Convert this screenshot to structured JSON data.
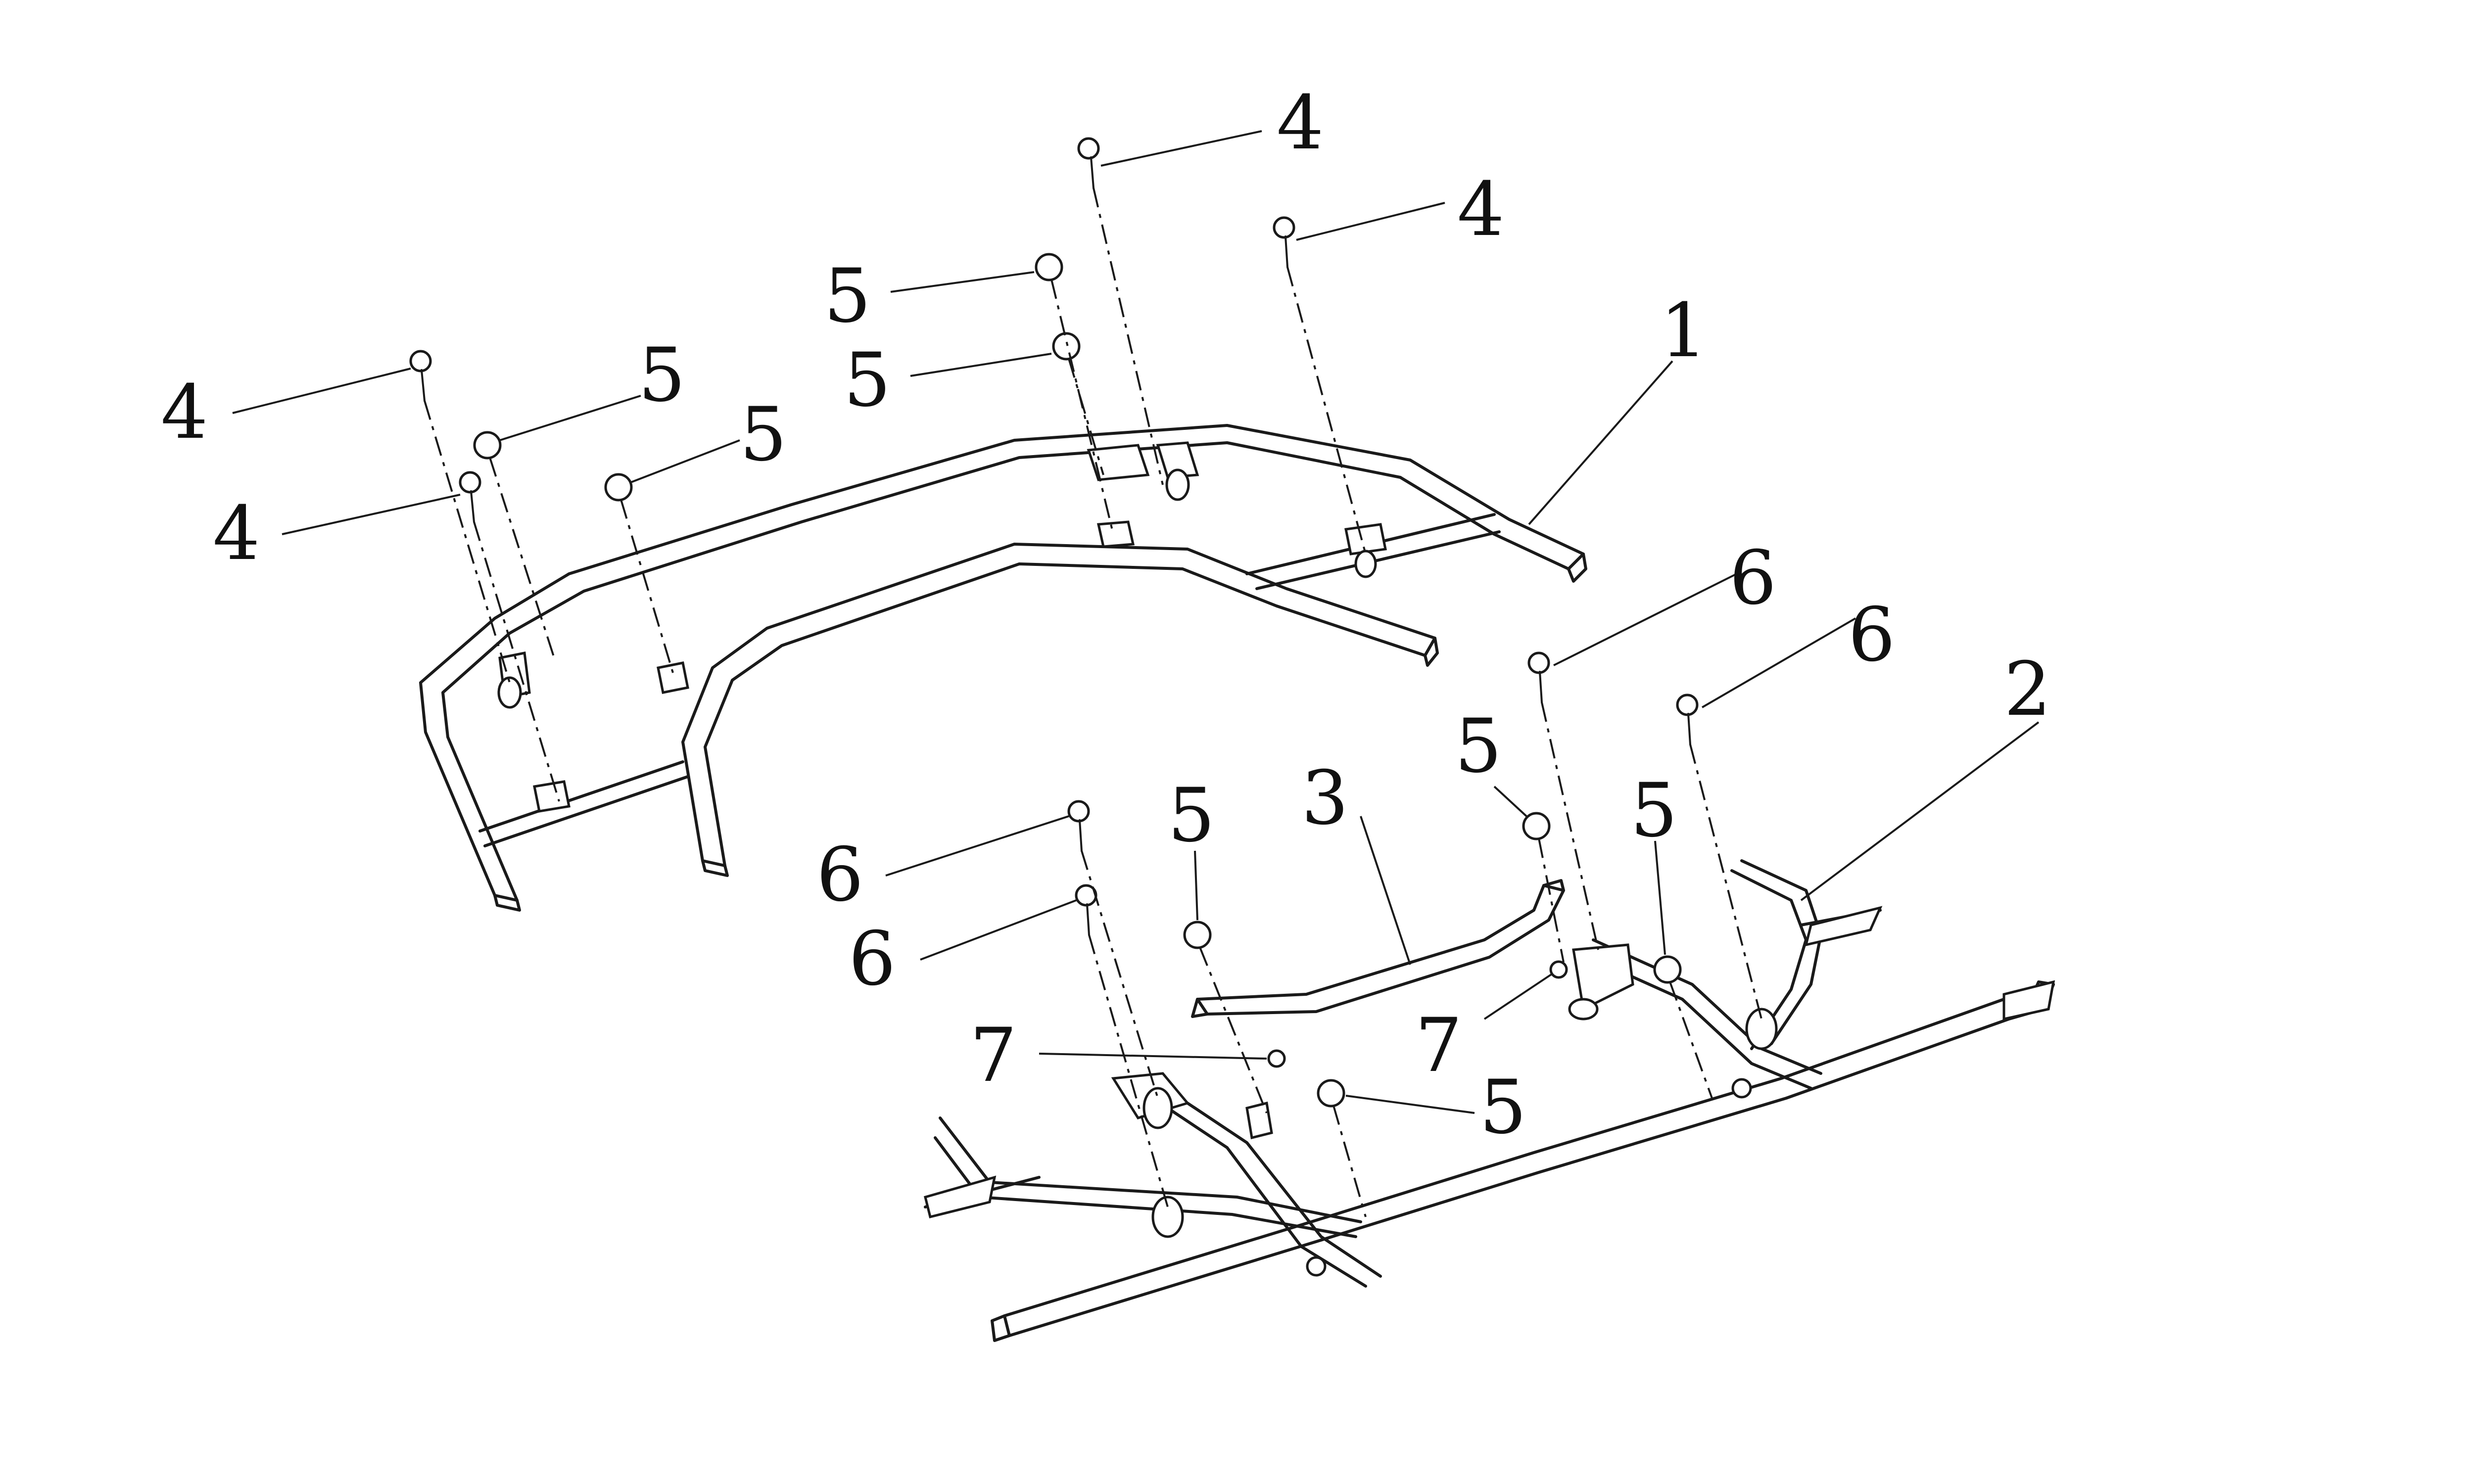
{
  "callouts": [
    {
      "id": "c1",
      "text": "1"
    },
    {
      "id": "c2",
      "text": "2"
    },
    {
      "id": "c3",
      "text": "3"
    },
    {
      "id": "c4a",
      "text": "4"
    },
    {
      "id": "c4b",
      "text": "4"
    },
    {
      "id": "c4c",
      "text": "4"
    },
    {
      "id": "c4d",
      "text": "4"
    },
    {
      "id": "c5a",
      "text": "5"
    },
    {
      "id": "c5b",
      "text": "5"
    },
    {
      "id": "c5c",
      "text": "5"
    },
    {
      "id": "c5d",
      "text": "5"
    },
    {
      "id": "c5e",
      "text": "5"
    },
    {
      "id": "c5f",
      "text": "5"
    },
    {
      "id": "c5g",
      "text": "5"
    },
    {
      "id": "c5h",
      "text": "5"
    },
    {
      "id": "c6a",
      "text": "6"
    },
    {
      "id": "c6b",
      "text": "6"
    },
    {
      "id": "c6c",
      "text": "6"
    },
    {
      "id": "c6d",
      "text": "6"
    },
    {
      "id": "c7a",
      "text": "7"
    },
    {
      "id": "c7b",
      "text": "7"
    }
  ]
}
